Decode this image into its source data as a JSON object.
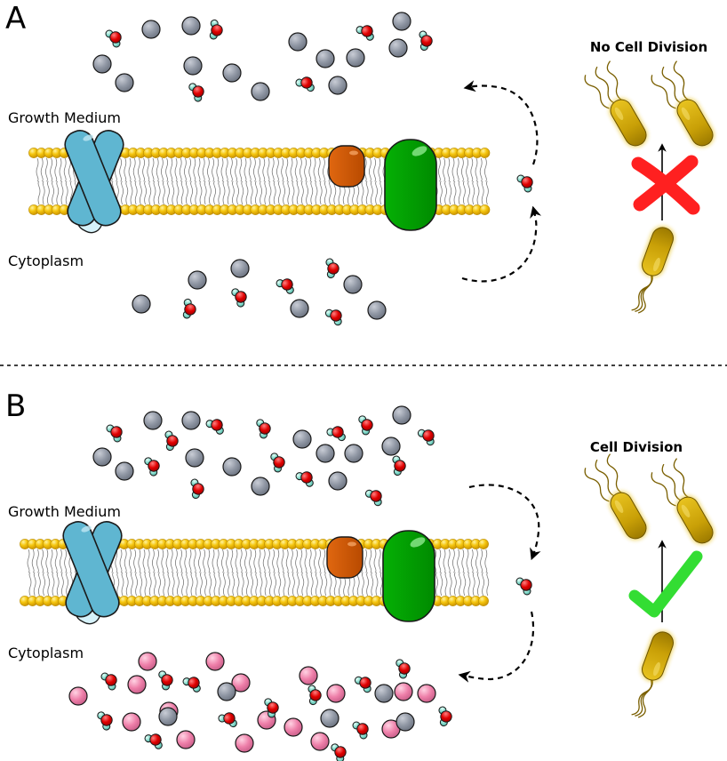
{
  "panels": {
    "a": {
      "letter": "A",
      "medium_label": "Growth Medium",
      "cytoplasm_label": "Cytoplasm",
      "outcome_label": "No Cell Division"
    },
    "b": {
      "letter": "B",
      "medium_label": "Growth Medium",
      "cytoplasm_label": "Cytoplasm",
      "outcome_label": "Cell Division"
    }
  },
  "colors": {
    "lipid_head": "#f2c10e",
    "membrane_tail": "#8a8a8a",
    "channel_protein": "#5fb6d1",
    "channel_light": "#d6f2fa",
    "small_protein": "#d65a08",
    "large_protein": "#07a807",
    "molecule_gray": "#9097a4",
    "molecule_pink": "#ee7fa9",
    "water_oxygen": "#e00000",
    "water_hydrogen": "#7ed7c8",
    "bacterium": "#c9a007",
    "cross_mark": "#ff2020",
    "check_mark": "#33dd33"
  },
  "icons": {
    "cross": "cross-icon",
    "check": "check-icon",
    "bacterium": "bacterium-icon",
    "water": "water-molecule-icon"
  }
}
